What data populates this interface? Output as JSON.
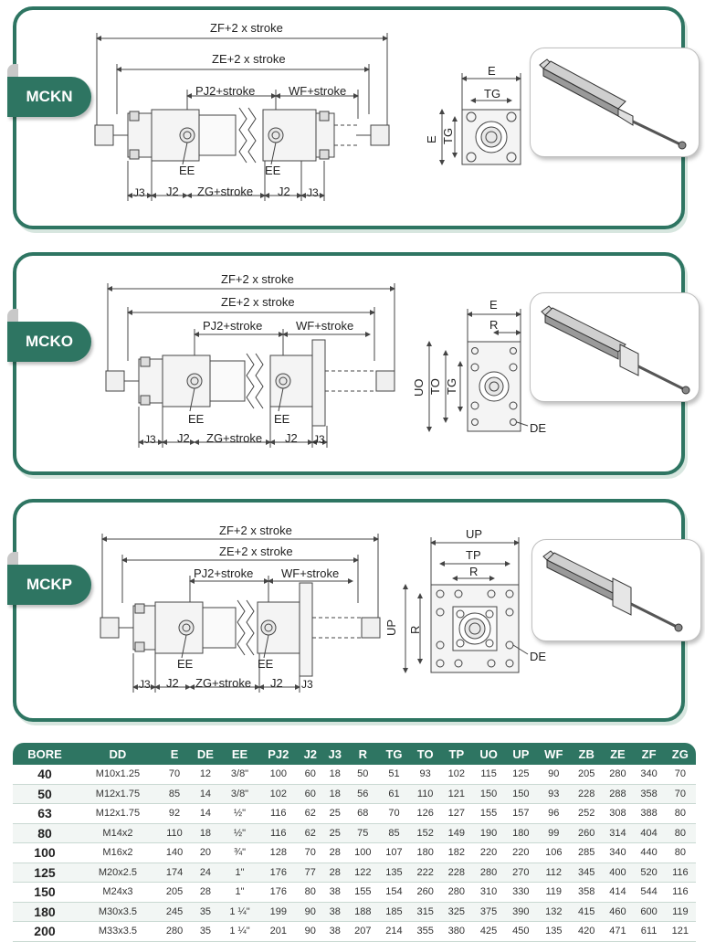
{
  "sections": [
    {
      "code": "MCKN",
      "dims": {
        "zf": "ZF+2 x stroke",
        "ze": "ZE+2 x stroke",
        "pj2": "PJ2+stroke",
        "wf": "WF+stroke",
        "zg": "ZG+stroke",
        "j2a": "J2",
        "j2b": "J2",
        "j3a": "J3",
        "j3b": "J3",
        "eea": "EE",
        "eeb": "EE",
        "e": "E",
        "tg": "TG",
        "ev": "E",
        "tgv": "TG"
      }
    },
    {
      "code": "MCKO",
      "dims": {
        "zf": "ZF+2 x stroke",
        "ze": "ZE+2 x stroke",
        "pj2": "PJ2+stroke",
        "wf": "WF+stroke",
        "zg": "ZG+stroke",
        "j2a": "J2",
        "j2b": "J2",
        "j3a": "J3",
        "j3b": "J3",
        "eea": "EE",
        "eeb": "EE",
        "e": "E",
        "r": "R",
        "uo": "UO",
        "to": "TO",
        "tg": "TG",
        "de": "DE"
      }
    },
    {
      "code": "MCKP",
      "dims": {
        "zf": "ZF+2 x stroke",
        "ze": "ZE+2 x stroke",
        "pj2": "PJ2+stroke",
        "wf": "WF+stroke",
        "zg": "ZG+stroke",
        "j2a": "J2",
        "j2b": "J2",
        "j3a": "J3",
        "j3b": "J3",
        "eea": "EE",
        "eeb": "EE",
        "up": "UP",
        "tp": "TP",
        "r": "R",
        "upv": "UP",
        "rv": "R",
        "de": "DE"
      }
    }
  ],
  "table": {
    "headers": [
      "BORE",
      "DD",
      "E",
      "DE",
      "EE",
      "PJ2",
      "J2",
      "J3",
      "R",
      "TG",
      "TO",
      "TP",
      "UO",
      "UP",
      "WF",
      "ZB",
      "ZE",
      "ZF",
      "ZG"
    ],
    "rows": [
      [
        "40",
        "M10x1.25",
        "70",
        "12",
        "3/8\"",
        "100",
        "60",
        "18",
        "50",
        "51",
        "93",
        "102",
        "115",
        "125",
        "90",
        "205",
        "280",
        "340",
        "70"
      ],
      [
        "50",
        "M12x1.75",
        "85",
        "14",
        "3/8\"",
        "102",
        "60",
        "18",
        "56",
        "61",
        "110",
        "121",
        "150",
        "150",
        "93",
        "228",
        "288",
        "358",
        "70"
      ],
      [
        "63",
        "M12x1.75",
        "92",
        "14",
        "½\"",
        "116",
        "62",
        "25",
        "68",
        "70",
        "126",
        "127",
        "155",
        "157",
        "96",
        "252",
        "308",
        "388",
        "80"
      ],
      [
        "80",
        "M14x2",
        "110",
        "18",
        "½\"",
        "116",
        "62",
        "25",
        "75",
        "85",
        "152",
        "149",
        "190",
        "180",
        "99",
        "260",
        "314",
        "404",
        "80"
      ],
      [
        "100",
        "M16x2",
        "140",
        "20",
        "¾\"",
        "128",
        "70",
        "28",
        "100",
        "107",
        "180",
        "182",
        "220",
        "220",
        "106",
        "285",
        "340",
        "440",
        "80"
      ],
      [
        "125",
        "M20x2.5",
        "174",
        "24",
        "1\"",
        "176",
        "77",
        "28",
        "122",
        "135",
        "222",
        "228",
        "280",
        "270",
        "112",
        "345",
        "400",
        "520",
        "116"
      ],
      [
        "150",
        "M24x3",
        "205",
        "28",
        "1\"",
        "176",
        "80",
        "38",
        "155",
        "154",
        "260",
        "280",
        "310",
        "330",
        "119",
        "358",
        "414",
        "544",
        "116"
      ],
      [
        "180",
        "M30x3.5",
        "245",
        "35",
        "1 ¼\"",
        "199",
        "90",
        "38",
        "188",
        "185",
        "315",
        "325",
        "375",
        "390",
        "132",
        "415",
        "460",
        "600",
        "119"
      ],
      [
        "200",
        "M33x3.5",
        "280",
        "35",
        "1 ¼\"",
        "201",
        "90",
        "38",
        "207",
        "214",
        "355",
        "380",
        "425",
        "450",
        "135",
        "420",
        "471",
        "611",
        "121"
      ]
    ]
  },
  "colors": {
    "accent": "#2e7562",
    "line": "#444444",
    "body": "#f4f4f4"
  }
}
